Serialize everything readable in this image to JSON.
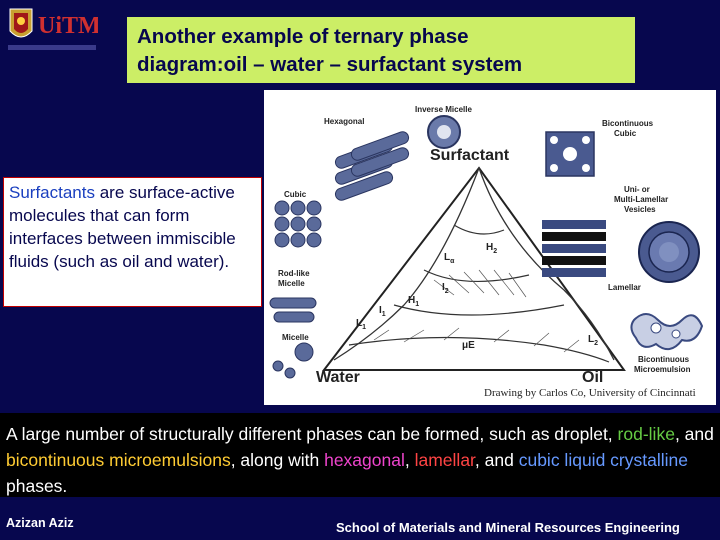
{
  "logo": {
    "text": "UiTM",
    "icon": "crest-icon"
  },
  "title": {
    "line1": "Another example of ternary phase",
    "line2": "diagram:oil – water – surfactant system"
  },
  "definition": {
    "highlight": "Surfactants",
    "rest": " are surface-active molecules that can form interfaces between immiscible fluids (such as oil and water)."
  },
  "figure": {
    "vertex_top": "Surfactant",
    "vertex_left": "Water",
    "vertex_right": "Oil",
    "region_labels": {
      "h2": "H",
      "h2_sub": "2",
      "i2": "I",
      "i2_sub": "2",
      "la": "L",
      "la_sub": "α",
      "h1": "H",
      "h1_sub": "1",
      "i1": "I",
      "i1_sub": "1",
      "l1": "L",
      "l1_sub": "1",
      "uE": "μE",
      "l2": "L",
      "l2_sub": "2"
    },
    "structures": {
      "hexagonal": "Hexagonal",
      "inverse_micelle": "Inverse Micelle",
      "bicontinuous_cubic_1": "Bicontinuous",
      "bicontinuous_cubic_2": "Cubic",
      "cubic": "Cubic",
      "vesicles_1": "Uni- or",
      "vesicles_2": "Multi-Lamellar",
      "vesicles_3": "Vesicles",
      "lamellar": "Lamellar",
      "rodlike_1": "Rod-like",
      "rodlike_2": "Micelle",
      "micelle": "Micelle",
      "bicont_micro_1": "Bicontinuous",
      "bicont_micro_2": "Microemulsion"
    },
    "caption": "Drawing by Carlos Co, University of Cincinnati"
  },
  "body": {
    "p1": "A large number of structurally different phases can be formed, such as droplet, ",
    "rod": "rod-like",
    "p2": ", and ",
    "bicont": "bicontinuous microemulsions",
    "p3": ", along with ",
    "hex": "hexagonal",
    "p4": ", ",
    "lam": "lamellar",
    "p5": ", and ",
    "cubic": "cubic liquid crystalline",
    "p6": " phases."
  },
  "footer": {
    "left": "Azizan Aziz",
    "right": "School of Materials and Mineral Resources Engineering"
  }
}
